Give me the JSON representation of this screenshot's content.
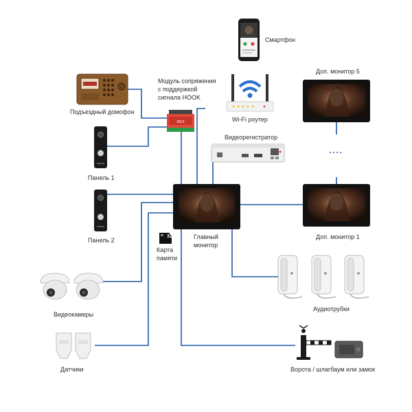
{
  "labels": {
    "smartphone": "Смартфон",
    "router": "Wi-Fi роутер",
    "dvr": "Видеорегистратор",
    "door_station": "Подъездный домофон",
    "hook_module": "Модуль сопряжения\nс поддержкой\nсигнала HOOK",
    "panel1": "Панель 1",
    "panel2": "Панель 2",
    "main_monitor": "Главный\nмонитор",
    "monitor1": "Доп. монитор 1",
    "monitor5": "Доп. монитор 5",
    "memory_card": "Карта\nпамяти",
    "card_capacity": "32",
    "cameras": "Видеокамеры",
    "handsets": "Аудиотрубки",
    "sensors": "Датчики",
    "gate": "Ворота / шлагбаум или замок"
  },
  "colors": {
    "wire": "#1f5aa6",
    "wifi": "#2a6fc9",
    "screen_frame": "#111111",
    "door_station_body": "#8a5a2b"
  }
}
